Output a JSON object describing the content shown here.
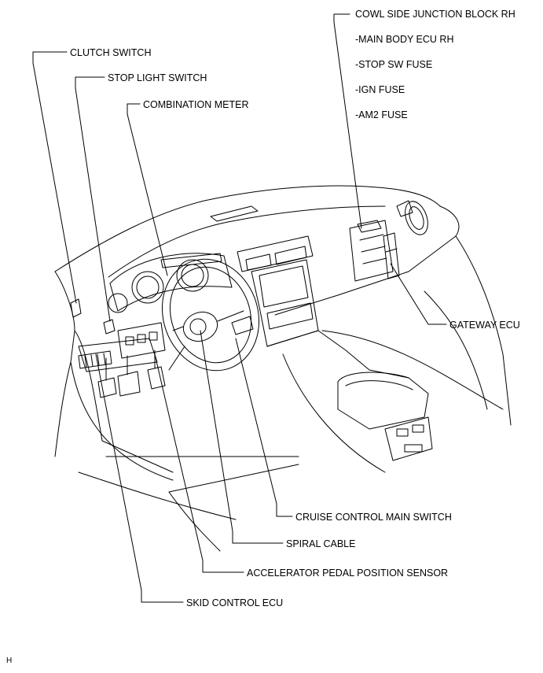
{
  "labels": {
    "cowl_side_junction_block": "COWL SIDE JUNCTION BLOCK RH",
    "main_body_ecu": "-MAIN BODY ECU RH",
    "stop_sw_fuse": "-STOP SW FUSE",
    "ign_fuse": "-IGN FUSE",
    "am2_fuse": "-AM2 FUSE",
    "clutch_switch": "CLUTCH SWITCH",
    "stop_light_switch": "STOP LIGHT SWITCH",
    "combination_meter": "COMBINATION METER",
    "gateway_ecu": "GATEWAY ECU",
    "cruise_control_main_switch": "CRUISE CONTROL MAIN SWITCH",
    "spiral_cable": "SPIRAL CABLE",
    "accelerator_pedal_position_sensor": "ACCELERATOR PEDAL POSITION SENSOR",
    "skid_control_ecu": "SKID CONTROL ECU"
  },
  "figure_code": "H",
  "colors": {
    "line": "#000000",
    "background": "#ffffff"
  }
}
